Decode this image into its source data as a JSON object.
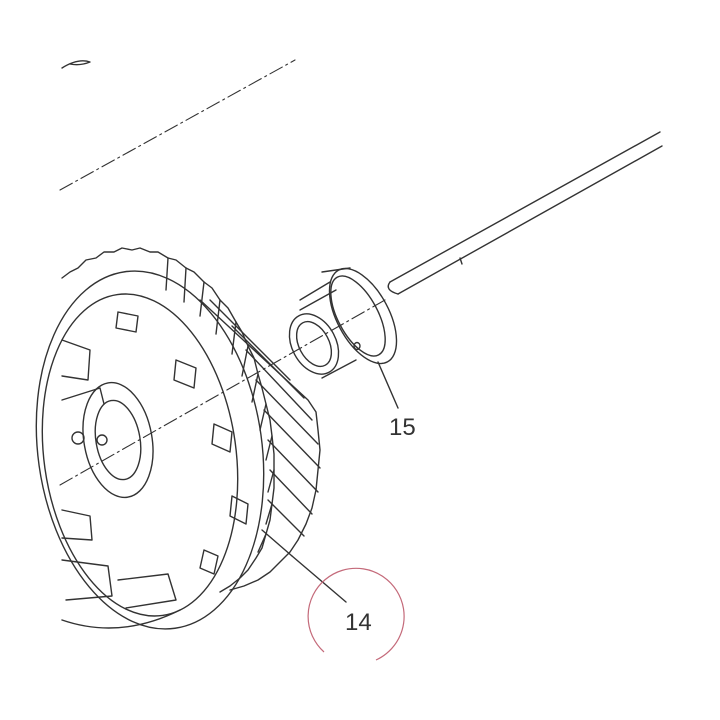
{
  "diagram": {
    "callouts": [
      {
        "id": "15",
        "label": "15"
      },
      {
        "id": "14",
        "label": "14"
      }
    ],
    "colors": {
      "line": "#333333",
      "background": "#ffffff",
      "highlight_circle": "#c46a7a"
    }
  }
}
